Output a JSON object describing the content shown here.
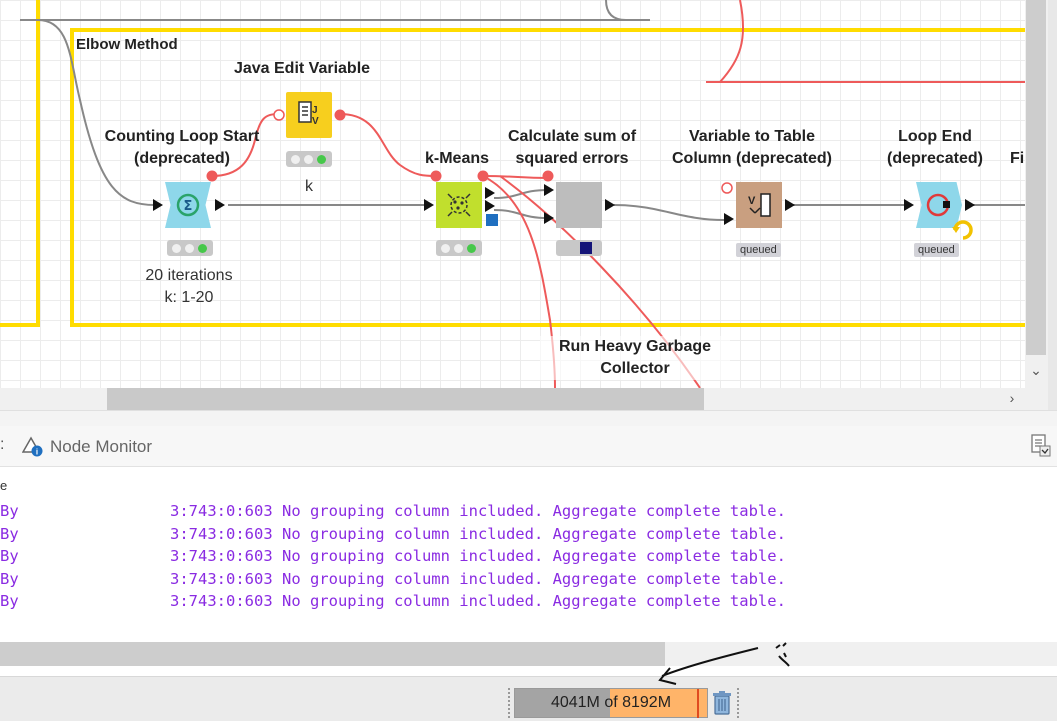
{
  "workflow": {
    "annotation_title": "Elbow Method",
    "nodes": {
      "java_edit_variable": {
        "title": "Java Edit Variable",
        "note": "k"
      },
      "counting_loop_start": {
        "title_line1": "Counting Loop Start",
        "title_line2": "(deprecated)",
        "note_line1": "20 iterations",
        "note_line2": "k: 1-20"
      },
      "kmeans": {
        "title": "k-Means"
      },
      "calc_sse": {
        "title_line1": "Calculate sum of",
        "title_line2": "squared errors"
      },
      "var_to_table": {
        "title_line1": "Variable to Table",
        "title_line2": "Column (deprecated)",
        "status": "queued"
      },
      "loop_end": {
        "title_line1": "Loop End",
        "title_line2": "(deprecated)",
        "status": "queued"
      },
      "partial_next": {
        "title_fragment": "Fi"
      },
      "garbage_collector": {
        "title_line1": "Run Heavy Garbage",
        "title_line2": "Collector"
      }
    },
    "colors": {
      "annotation_border": "#ffdc00",
      "flow_variable_connection": "#ee5a5a",
      "data_connection": "#888888",
      "status_executed": "#46c84a"
    }
  },
  "console": {
    "tab_left_fragment": ":",
    "tab_label": "Node Monitor",
    "column_header_fragment": "e",
    "log_lines": [
      {
        "source": "By",
        "message": "3:743:0:603 No grouping column included. Aggregate complete table."
      },
      {
        "source": "By",
        "message": "3:743:0:603 No grouping column included. Aggregate complete table."
      },
      {
        "source": "By",
        "message": "3:743:0:603 No grouping column included. Aggregate complete table."
      },
      {
        "source": "By",
        "message": "3:743:0:603 No grouping column included. Aggregate complete table."
      },
      {
        "source": "By",
        "message": "3:743:0:603 No grouping column included. Aggregate complete table."
      }
    ],
    "log_color": "#8a2be2"
  },
  "status_bar": {
    "heap_label": "4041M of 8192M",
    "heap_used_fraction": 0.493,
    "heap_used_color": "#a4a4a4",
    "heap_free_color": "#ffb469"
  },
  "icons": {
    "tab": "node-monitor-icon",
    "panel_menu": "page-menu-icon",
    "gc": "trash-icon"
  }
}
